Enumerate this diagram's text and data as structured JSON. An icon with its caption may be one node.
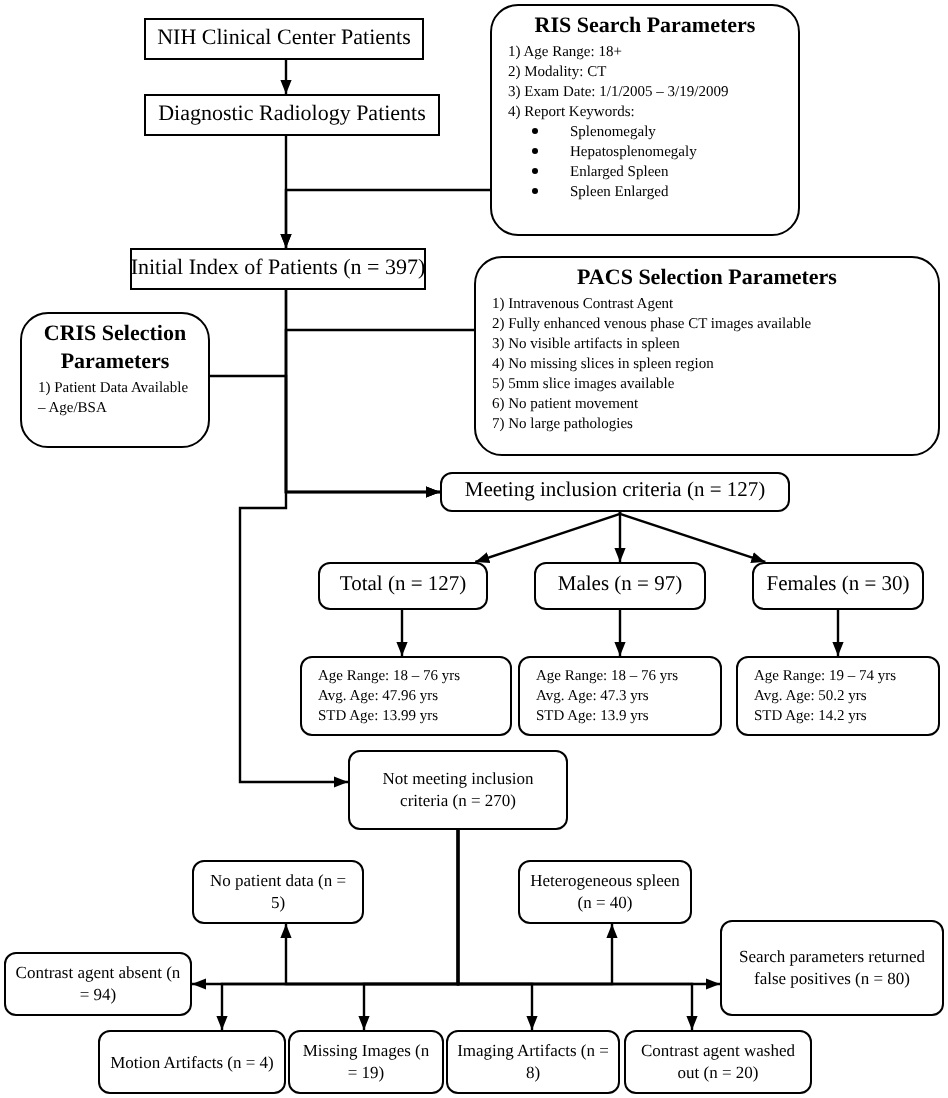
{
  "diagram": {
    "nodes": [
      {
        "text": [
          "NIH Clinical Center Patients"
        ]
      },
      {
        "text": [
          "Diagnostic Radiology Patients"
        ]
      },
      {
        "text": [
          "RIS Search Parameters",
          "1) Age Range: 18+",
          "2) Modality: CT",
          "3) Exam Date: 1/1/2005 – 3/19/2009",
          "4) Report Keywords:",
          "Splenomegaly",
          "Hepatosplenomegaly",
          "Enlarged Spleen",
          "Spleen Enlarged"
        ]
      },
      {
        "text": [
          "Initial Index of Patients (n = 397)"
        ]
      },
      {
        "text": [
          "PACS Selection Parameters",
          "1) Intravenous Contrast Agent",
          "2) Fully enhanced venous phase CT images available",
          "3) No visible artifacts in spleen",
          "4) No missing slices in spleen region",
          "5) 5mm slice images available",
          "6) No patient movement",
          "7) No large pathologies"
        ]
      },
      {
        "text": [
          "CRIS Selection Parameters",
          "1) Patient Data Available – Age/BSA"
        ]
      },
      {
        "text": [
          "Meeting inclusion criteria (n = 127)"
        ]
      },
      {
        "text": [
          "Total (n = 127)"
        ]
      },
      {
        "text": [
          "Males (n = 97)"
        ]
      },
      {
        "text": [
          "Females (n = 30)"
        ]
      },
      {
        "text": [
          "Age Range: 18 – 76 yrs",
          "Avg. Age: 47.96 yrs",
          "STD Age: 13.99 yrs"
        ]
      },
      {
        "text": [
          "Age Range: 18 – 76 yrs",
          "Avg. Age: 47.3 yrs",
          "STD Age: 13.9 yrs"
        ]
      },
      {
        "text": [
          "Age Range: 19 – 74 yrs",
          "Avg. Age: 50.2 yrs",
          "STD Age: 14.2 yrs"
        ]
      },
      {
        "text": [
          "Not meeting inclusion criteria (n = 270)"
        ]
      },
      {
        "text": [
          "No patient data (n = 5)"
        ]
      },
      {
        "text": [
          "Heterogeneous spleen (n = 40)"
        ]
      },
      {
        "text": [
          "Contrast agent absent (n = 94)"
        ]
      },
      {
        "text": [
          "Search parameters returned false positives (n = 80)"
        ]
      },
      {
        "text": [
          "Motion Artifacts (n = 4)"
        ]
      },
      {
        "text": [
          "Missing Images (n = 19)"
        ]
      },
      {
        "text": [
          "Imaging Artifacts (n = 8)"
        ]
      },
      {
        "text": [
          "Contrast agent washed out (n = 20)"
        ]
      }
    ],
    "edges": [
      {
        "from": 0,
        "to": 1,
        "arrow": "to"
      },
      {
        "from": 1,
        "to": 3,
        "arrow": "to"
      },
      {
        "from": 2,
        "to": 3,
        "arrow": "to"
      },
      {
        "from": 3,
        "to": 6,
        "arrow": "to"
      },
      {
        "from": 4,
        "to": 6,
        "arrow": "to"
      },
      {
        "from": 5,
        "to": 6,
        "arrow": "to"
      },
      {
        "from": 3,
        "to": 13,
        "arrow": "to"
      },
      {
        "from": 6,
        "to": 7,
        "arrow": "to"
      },
      {
        "from": 6,
        "to": 8,
        "arrow": "to"
      },
      {
        "from": 6,
        "to": 9,
        "arrow": "to"
      },
      {
        "from": 7,
        "to": 10,
        "arrow": "to"
      },
      {
        "from": 8,
        "to": 11,
        "arrow": "to"
      },
      {
        "from": 9,
        "to": 12,
        "arrow": "to"
      },
      {
        "from": 13,
        "to": 14,
        "arrow": "to"
      },
      {
        "from": 13,
        "to": 15,
        "arrow": "to"
      },
      {
        "from": 13,
        "to": 16,
        "arrow": "to"
      },
      {
        "from": 13,
        "to": 17,
        "arrow": "to"
      },
      {
        "from": 13,
        "to": 18,
        "arrow": "to"
      },
      {
        "from": 13,
        "to": 19,
        "arrow": "to"
      },
      {
        "from": 13,
        "to": 20,
        "arrow": "to"
      },
      {
        "from": 13,
        "to": 21,
        "arrow": "to"
      }
    ]
  }
}
